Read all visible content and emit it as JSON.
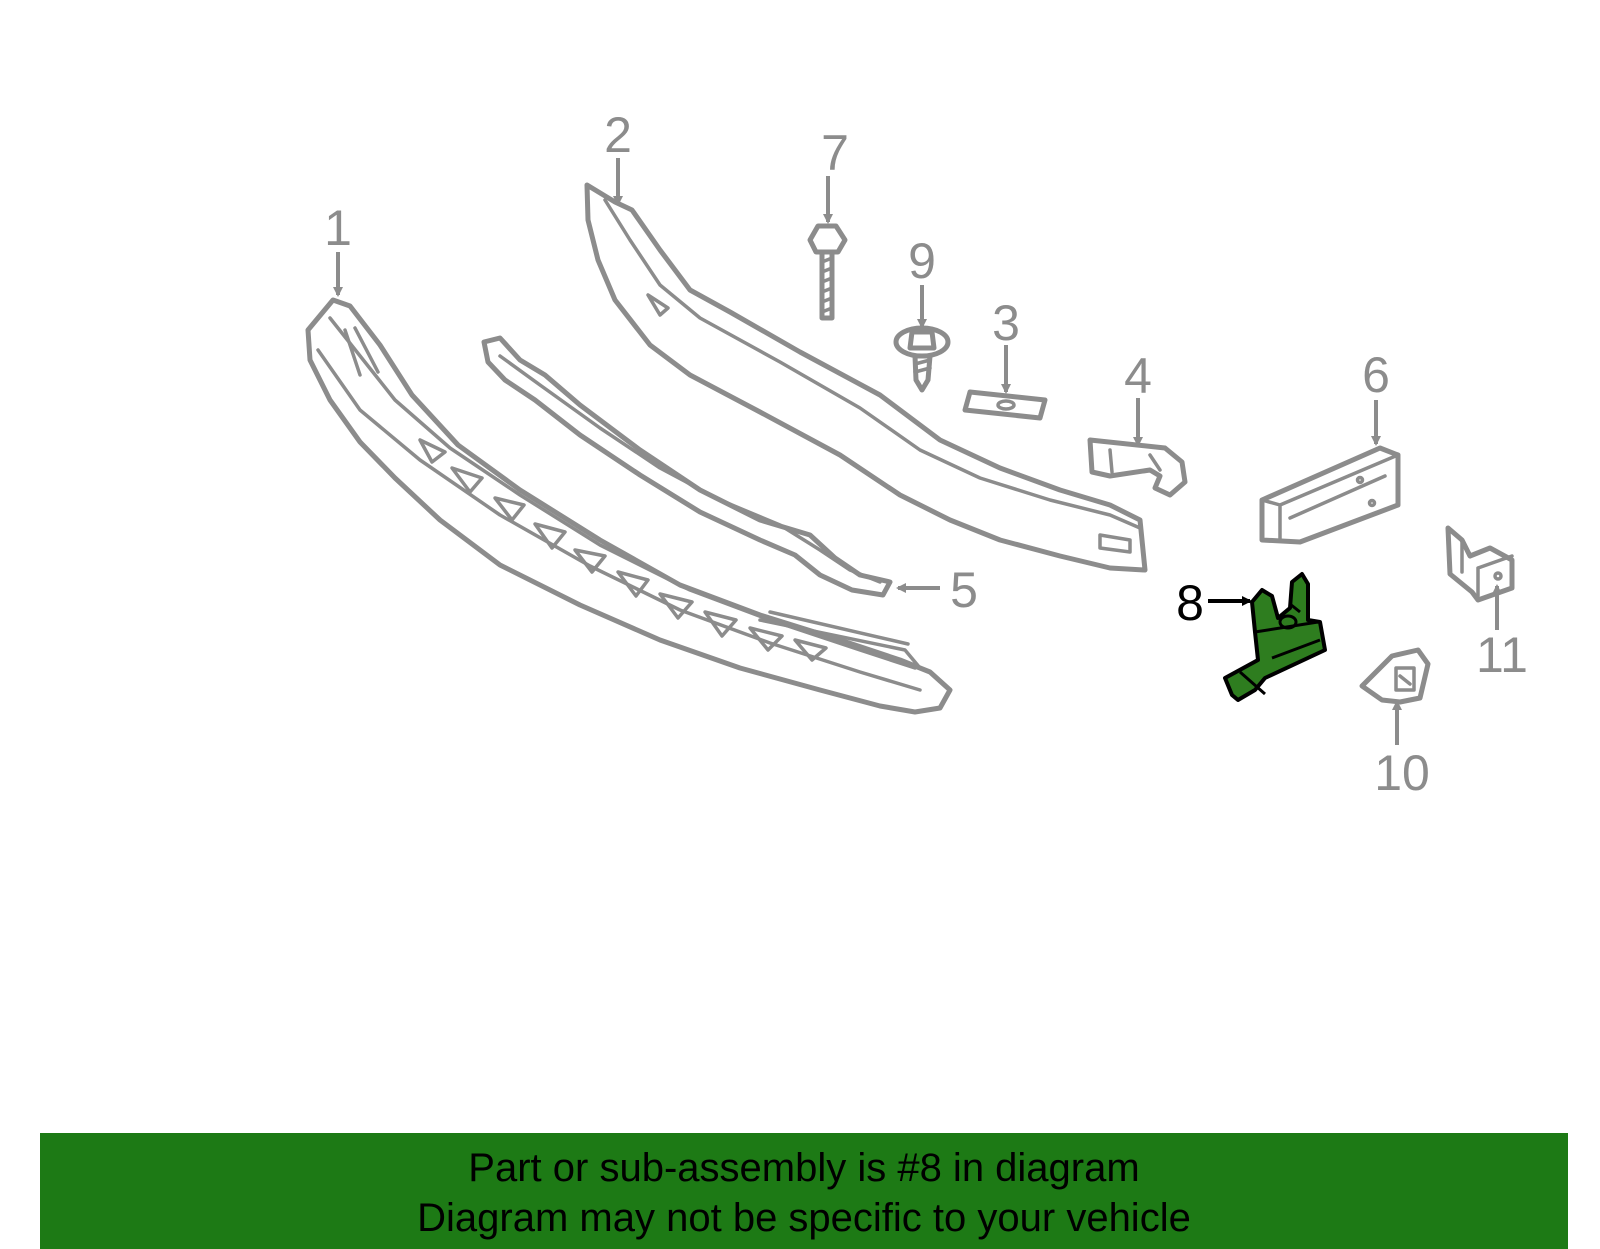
{
  "callouts": [
    {
      "id": "1",
      "label": "1",
      "highlighted": false
    },
    {
      "id": "2",
      "label": "2",
      "highlighted": false
    },
    {
      "id": "3",
      "label": "3",
      "highlighted": false
    },
    {
      "id": "4",
      "label": "4",
      "highlighted": false
    },
    {
      "id": "5",
      "label": "5",
      "highlighted": false
    },
    {
      "id": "6",
      "label": "6",
      "highlighted": false
    },
    {
      "id": "7",
      "label": "7",
      "highlighted": false
    },
    {
      "id": "8",
      "label": "8",
      "highlighted": true
    },
    {
      "id": "9",
      "label": "9",
      "highlighted": false
    },
    {
      "id": "10",
      "label": "10",
      "highlighted": false
    },
    {
      "id": "11",
      "label": "11",
      "highlighted": false
    }
  ],
  "banner": {
    "line1": "Part or sub-assembly is #8 in diagram",
    "line2": "Diagram may not be specific to your vehicle"
  },
  "colors": {
    "highlight_part": "#2e7d1f",
    "banner_background": "#1d7a15",
    "line_art": "#8c8c8c",
    "highlight_label": "#000000"
  }
}
